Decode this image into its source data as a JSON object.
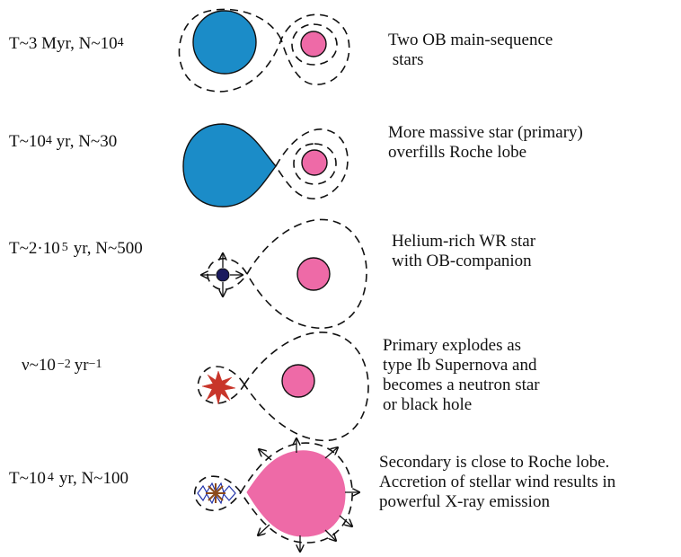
{
  "stages": [
    {
      "label": {
        "pre": "T~3 Myr, N~10",
        "sup": "4",
        "post": ""
      },
      "description": [
        "Two OB main-sequence",
        " stars"
      ]
    },
    {
      "label": {
        "pre": "T~10",
        "sup": "4",
        "post": " yr, N~30"
      },
      "description": [
        "More massive star (primary)",
        "overfills Roche lobe"
      ]
    },
    {
      "label": {
        "pre": "T~2·10",
        "sup": "5",
        "post": "yr, N~500"
      },
      "description": [
        "Helium-rich WR star",
        "with OB-companion"
      ]
    },
    {
      "label": {
        "pre": "ν~10",
        "sup": "−2",
        "mid": "yr",
        "sup2": "−1"
      },
      "description": [
        "Primary explodes as",
        "type Ib Supernova and",
        "becomes a neutron star",
        "or black hole"
      ]
    },
    {
      "label": {
        "pre": "T~10",
        "sup": "4",
        "post": "yr, N~100"
      },
      "description": [
        "Secondary is close to Roche lobe.",
        "Accretion of stellar wind results in",
        "powerful X-ray emission"
      ]
    }
  ],
  "colors": {
    "primary_star": "#1b8cc8",
    "secondary_star": "#ee6aa7",
    "wr_star": "#1a1a5e",
    "supernova": "#c8352a",
    "compact_object": "#8b4a1a"
  }
}
